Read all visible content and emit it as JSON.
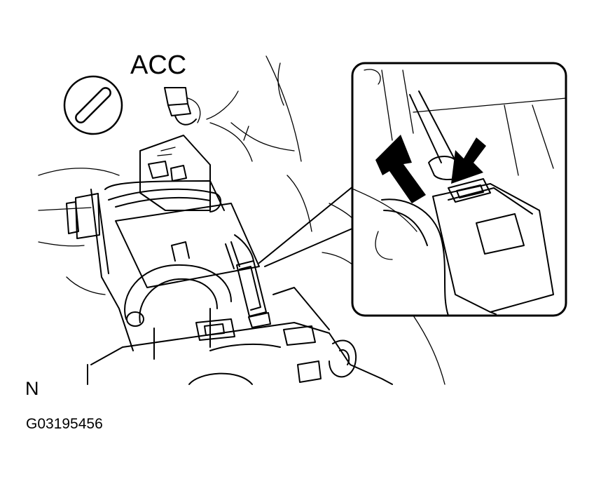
{
  "diagram": {
    "key_position_label": "ACC",
    "orientation_label": "N",
    "figure_id": "G03195456",
    "icons": {
      "key_cylinder": "key-slot-icon",
      "pull_arrow": "arrow-up-left-icon",
      "push_arrow": "arrow-down-left-icon"
    },
    "colors": {
      "line": "#000000",
      "background": "#ffffff"
    }
  }
}
